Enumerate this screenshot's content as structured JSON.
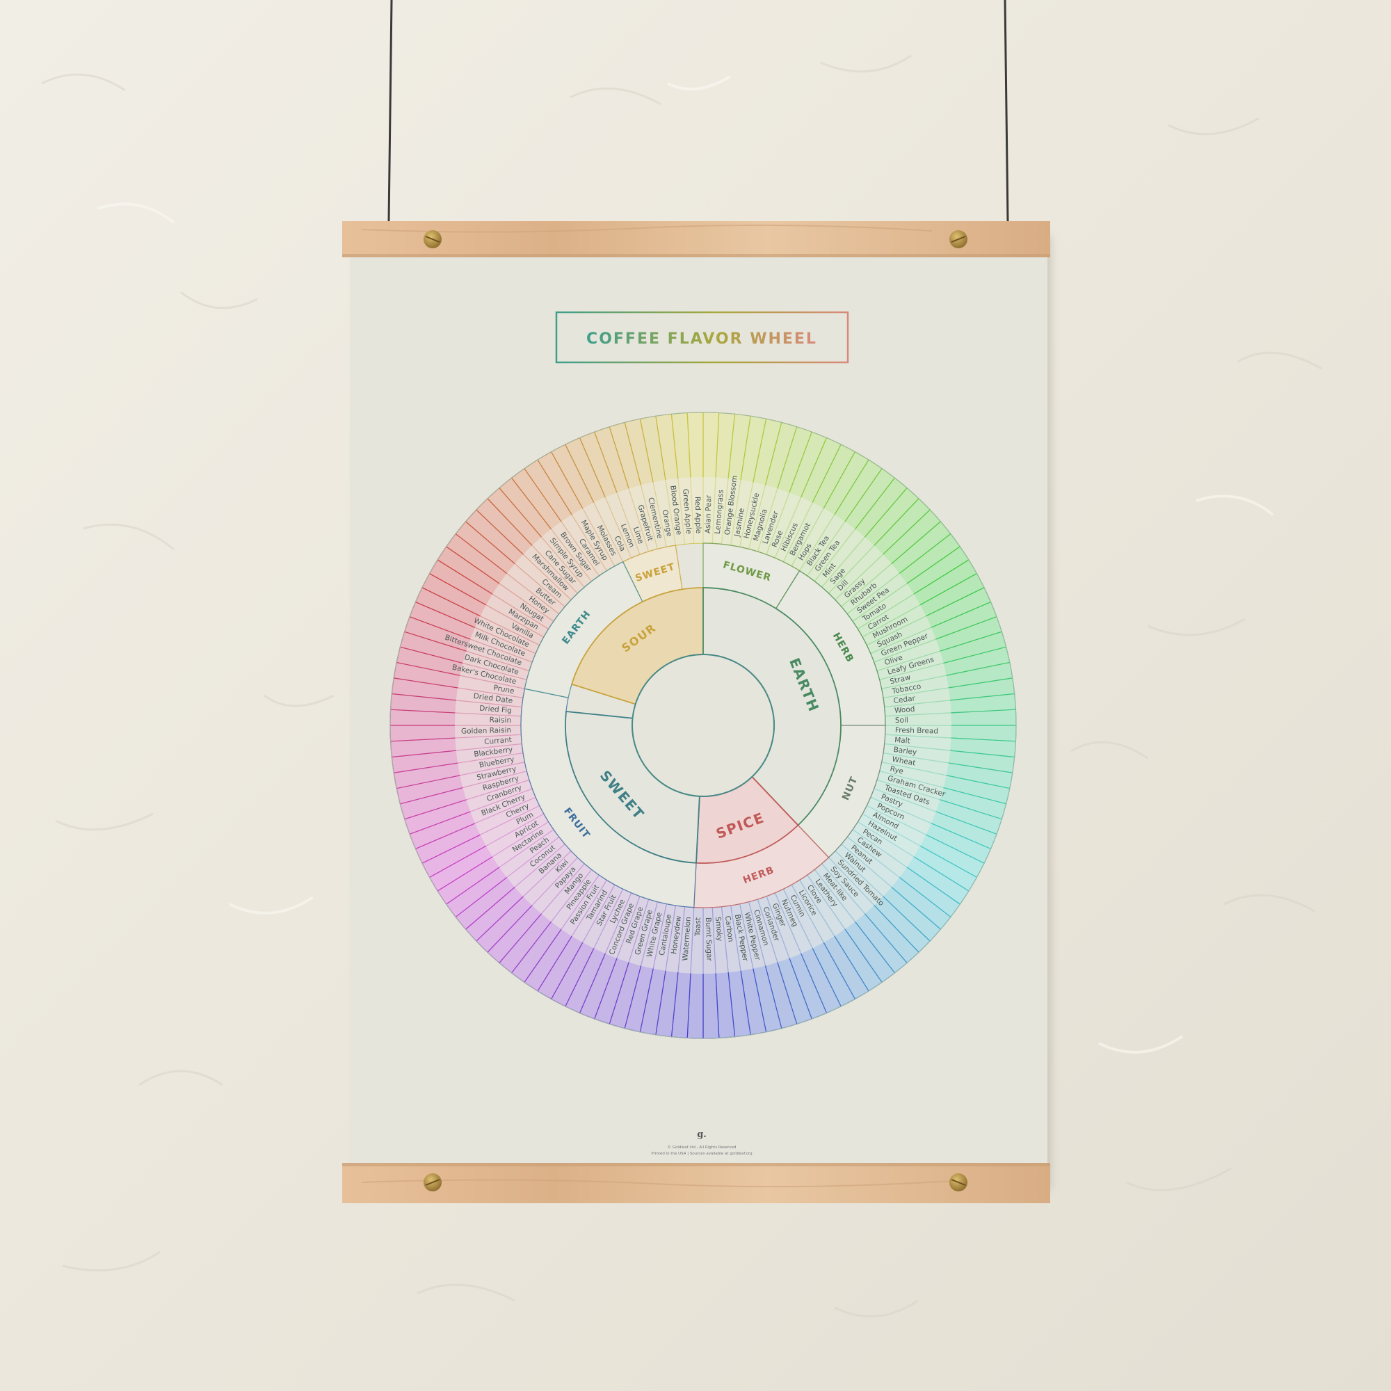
{
  "poster": {
    "title": "COFFEE FLAVOR WHEEL",
    "logo_text": "g.",
    "footer_line1": "© Goldleaf Ltd., All Rights Reserved",
    "footer_line2": "Printed in the USA | Sources available at goldleaf.org"
  },
  "colors": {
    "wall": "#ece8de",
    "paper": "#e6e5dc",
    "wood": "#e2b88e",
    "screw": "#b08a3e",
    "hanging_wire": "#3a3a3a",
    "title_gradient": [
      "#3f9f8d",
      "#a8a83c",
      "#d88a7a"
    ]
  },
  "wheel": {
    "inner": [
      {
        "name": "SOUR",
        "color": "#c8a23c"
      },
      {
        "name": "EARTH",
        "color": "#4a8a62"
      },
      {
        "name": "SPICE",
        "color": "#c05a58"
      },
      {
        "name": "SWEET",
        "color": "#3f7f86"
      }
    ],
    "middle": [
      {
        "name": "SWEET",
        "color": "#c8a23c"
      },
      {
        "name": "FLOWER",
        "color": "#6e9a46"
      },
      {
        "name": "HERB",
        "color": "#4a8a4e"
      },
      {
        "name": "NUT",
        "color": "#6b7a6a"
      },
      {
        "name": "HERB",
        "color": "#c05a58"
      },
      {
        "name": "FRUIT",
        "color": "#3f6f9f"
      },
      {
        "name": "EARTH",
        "color": "#3f8a8f"
      }
    ],
    "outer": [
      "Asian Pear",
      "Lemongrass",
      "Orange Blossom",
      "Jasmine",
      "Honeysuckle",
      "Magnolia",
      "Lavender",
      "Rose",
      "Hibiscus",
      "Bergamot",
      "Hops",
      "Black Tea",
      "Green Tea",
      "Mint",
      "Sage",
      "Dill",
      "Grassy",
      "Rhubarb",
      "Sweet Pea",
      "Tomato",
      "Carrot",
      "Mushroom",
      "Squash",
      "Green Pepper",
      "Olive",
      "Leafy Greens",
      "Straw",
      "Tobacco",
      "Cedar",
      "Wood",
      "Soil",
      "Fresh Bread",
      "Malt",
      "Barley",
      "Wheat",
      "Rye",
      "Graham Cracker",
      "Toasted Oats",
      "Pastry",
      "Popcorn",
      "Almond",
      "Hazelnut",
      "Pecan",
      "Cashew",
      "Peanut",
      "Walnut",
      "Sundried Tomato",
      "Soy Sauce",
      "Meat-like",
      "Leathery",
      "Clove",
      "Licorice",
      "Cumin",
      "Nutmeg",
      "Ginger",
      "Coriander",
      "Cinnamon",
      "White Pepper",
      "Black Pepper",
      "Carbon",
      "Smoky",
      "Burnt Sugar",
      "Toast",
      "Watermelon",
      "Honeydew",
      "Cantaloupe",
      "White Grape",
      "Green Grape",
      "Red Grape",
      "Concord Grape",
      "Lychee",
      "Star Fruit",
      "Tamarind",
      "Passion Fruit",
      "Pineapple",
      "Mango",
      "Papaya",
      "Kiwi",
      "Banana",
      "Coconut",
      "Peach",
      "Nectarine",
      "Apricot",
      "Plum",
      "Cherry",
      "Black Cherry",
      "Cranberry",
      "Raspberry",
      "Strawberry",
      "Blueberry",
      "Blackberry",
      "Currant",
      "Golden Raisin",
      "Raisin",
      "Dried Fig",
      "Dried Date",
      "Prune",
      "Baker's Chocolate",
      "Dark Chocolate",
      "Bittersweet Chocolate",
      "Milk Chocolate",
      "White Chocolate",
      "Vanilla",
      "Marzipan",
      "Nougat",
      "Honey",
      "Butter",
      "Cream",
      "Marshmallow",
      "Cane Sugar",
      "Simple Syrup",
      "Brown Sugar",
      "Caramel",
      "Maple Syrup",
      "Molasses",
      "Cola",
      "Lemon",
      "Lime",
      "Grapefruit",
      "Clementine",
      "Orange",
      "Blood Orange",
      "Green Apple",
      "Red Apple"
    ]
  }
}
